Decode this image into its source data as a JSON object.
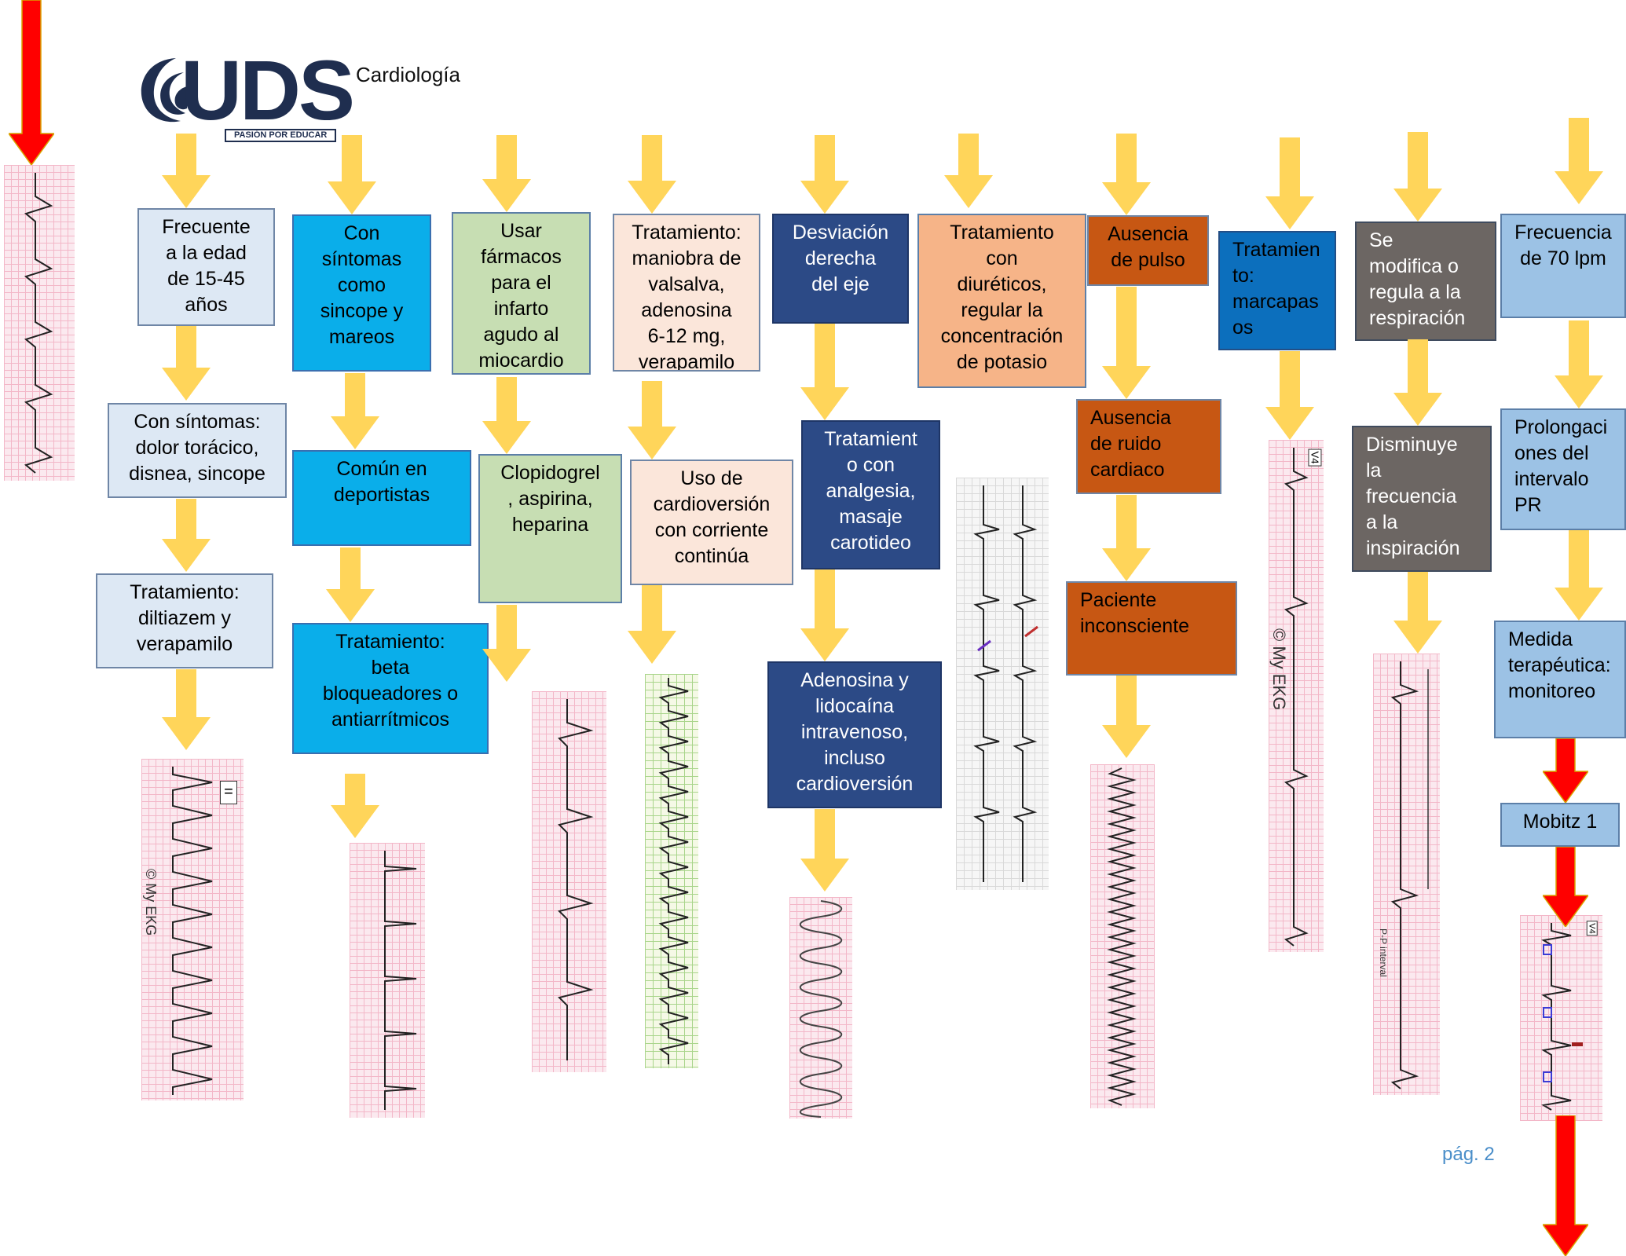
{
  "header": {
    "logo_text": "UDS",
    "logo_tagline": "PASIÓN POR EDUCAR",
    "subject": "Cardiología"
  },
  "page_number": "pág. 2",
  "watermark": "© My EKG",
  "columns": [
    {
      "boxes": [
        "Frecuente\na la edad\nde 15-45\naños",
        "Con síntomas:\ndolor torácico,\ndisnea, sincope",
        "Tratamiento:\ndiltiazem y\nverapamilo"
      ]
    },
    {
      "boxes": [
        "Con\nsíntomas\ncomo\nsincope  y\nmareos",
        "Común en\ndeportistas",
        "Tratamiento:\nbeta\nbloqueadores o\nantiarrítmicos"
      ]
    },
    {
      "boxes": [
        "Usar\nfármacos\npara el\ninfarto\nagudo al\nmiocardio",
        "Clopidogrel\n, aspirina,\nheparina"
      ]
    },
    {
      "boxes": [
        "Tratamiento:\nmaniobra de\nvalsalva,\nadenosina\n6-12 mg,\nverapamilo",
        "Uso de\ncardioversión\ncon corriente\ncontinúa"
      ]
    },
    {
      "boxes": [
        "Desviación\nderecha\ndel eje",
        "Tratamient\no con\nanalgesia,\nmasaje\ncarotideo",
        "Adenosina y\nlidocaína\nintravenoso,\nincluso\ncardioversión"
      ]
    },
    {
      "boxes": [
        "Tratamiento\ncon\ndiuréticos,\nregular la\nconcentración\nde potasio"
      ]
    },
    {
      "boxes": [
        "Ausencia\nde pulso",
        "Ausencia\nde ruido\ncardiaco",
        "Paciente\ninconsciente"
      ]
    },
    {
      "boxes": [
        "Tratamien\nto:\nmarcapas\nos"
      ]
    },
    {
      "boxes": [
        "Se\nmodifica o\nregula a la\nrespiración",
        "Disminuye\nla\nfrecuencia\na la\ninspiración"
      ]
    },
    {
      "boxes": [
        "Frecuencia\nde 70 lpm",
        "Prolongaci\nones del\nintervalo\nPR",
        "Medida\nterapéutica:\nmonitoreo",
        "Mobitz 1"
      ]
    }
  ],
  "ekg_labels": {
    "v4": "V4",
    "pp_interval": "P-P interval",
    "equals": "="
  },
  "colors": {
    "yellow_arrow": "#ffd55a",
    "red_arrow": "#ff0000",
    "light_blue": "#dde8f4",
    "cyan": "#0aaeea",
    "green": "#c7deb3",
    "peach": "#fbe6da",
    "navy": "#2c4a86",
    "salmon": "#f6b488",
    "rust": "#c75713",
    "blue": "#0c6fbd",
    "gray": "#6c6663",
    "sky": "#9cc2e5"
  }
}
